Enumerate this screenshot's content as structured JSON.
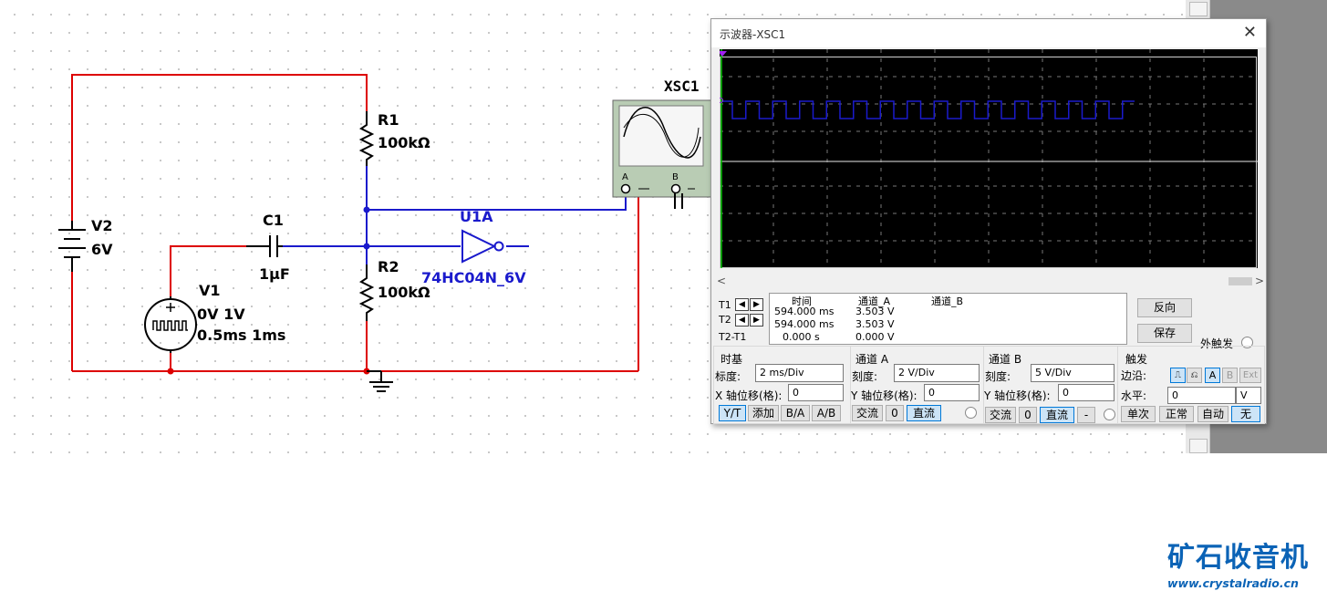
{
  "circuit": {
    "v2": {
      "name": "V2",
      "value": "6V"
    },
    "r1": {
      "name": "R1",
      "value": "100kΩ"
    },
    "r2": {
      "name": "R2",
      "value": "100kΩ"
    },
    "c1": {
      "name": "C1",
      "value": "1µF"
    },
    "v1": {
      "name": "V1",
      "line1": "0V 1V",
      "line2": "0.5ms 1ms"
    },
    "u1a": {
      "name": "U1A",
      "part": "74HC04N_6V"
    },
    "xsc1": {
      "name": "XSC1",
      "ch_a": "A",
      "ch_b": "B"
    },
    "colors": {
      "red_wire": "#dd0000",
      "blue_wire": "#1a1acc"
    }
  },
  "oscilloscope": {
    "title": "示波器-XSC1",
    "close_glyph": "✕",
    "trace_color": "#1a1acc",
    "cursor_color": "#00cc00",
    "readout": {
      "t1_label": "T1",
      "t2_label": "T2",
      "t2t1_label": "T2-T1",
      "col_time": "时间",
      "col_a": "通道_A",
      "col_b": "通道_B",
      "t1_time": "594.000 ms",
      "t1_a": "3.503 V",
      "t2_time": "594.000 ms",
      "t2_a": "3.503 V",
      "dt_time": "0.000 s",
      "dt_a": "0.000 V"
    },
    "reverse_button": "反向",
    "save_button": "保存",
    "ext_trigger_label": "外触发",
    "timebase": {
      "title": "时基",
      "scale_label": "标度:",
      "scale_value": "2 ms/Div",
      "xpos_label": "X 轴位移(格):",
      "xpos_value": "0",
      "buttons": [
        "Y/T",
        "添加",
        "B/A",
        "A/B"
      ]
    },
    "channel_a": {
      "title": "通道 A",
      "scale_label": "刻度:",
      "scale_value": "2  V/Div",
      "ypos_label": "Y 轴位移(格):",
      "ypos_value": "0",
      "ac": "交流",
      "zero": "0",
      "dc": "直流"
    },
    "channel_b": {
      "title": "通道 B",
      "scale_label": "刻度:",
      "scale_value": "5  V/Div",
      "ypos_label": "Y 轴位移(格):",
      "ypos_value": "0",
      "ac": "交流",
      "zero": "0",
      "dc": "直流",
      "minus": "-"
    },
    "trigger": {
      "title": "触发",
      "edge_label": "边沿:",
      "edge_a": "A",
      "edge_b": "B",
      "edge_ext": "Ext",
      "level_label": "水平:",
      "level_value": "0",
      "level_unit": "V",
      "modes": [
        "单次",
        "正常",
        "自动",
        "无"
      ]
    }
  },
  "watermark": {
    "chinese": "矿石收音机",
    "url": "www.crystalradio.cn"
  }
}
